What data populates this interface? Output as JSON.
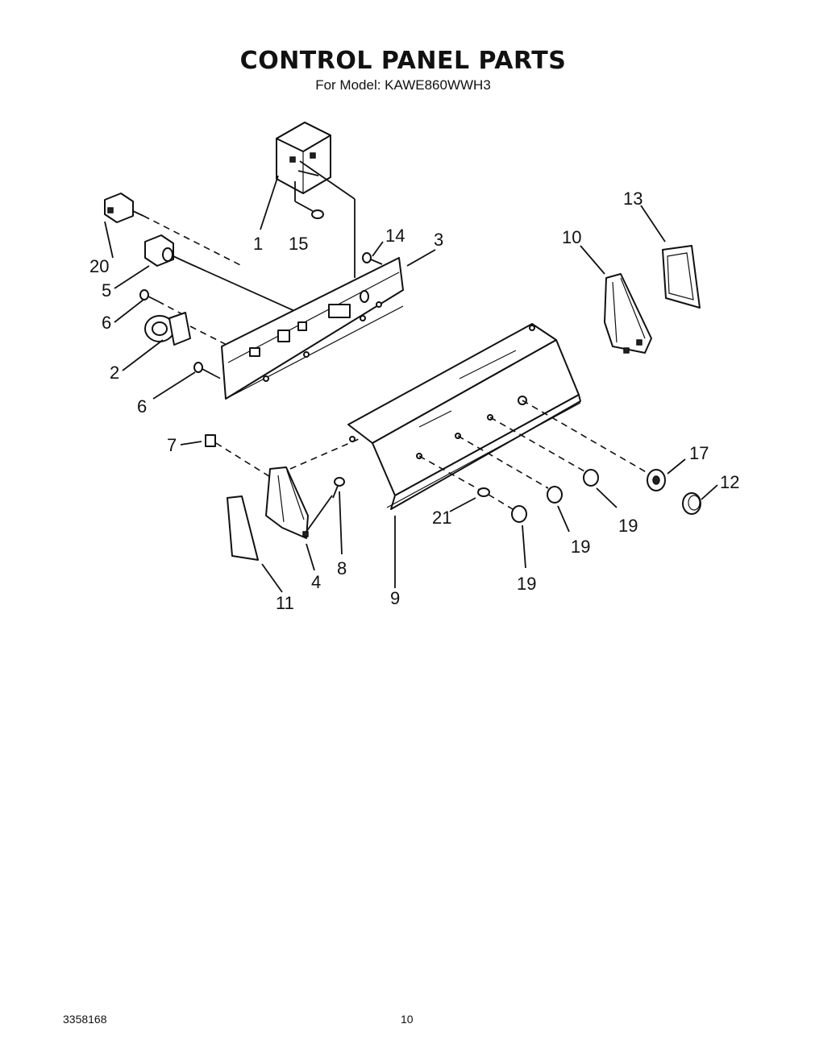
{
  "header": {
    "title": "CONTROL PANEL PARTS",
    "subtitle": "For Model: KAWE860WWH3"
  },
  "footer": {
    "doc_number": "3358168",
    "page_number": "10"
  },
  "callouts": {
    "c1": "1",
    "c15": "15",
    "c20": "20",
    "c5": "5",
    "c6a": "6",
    "c2": "2",
    "c6b": "6",
    "c14": "14",
    "c3": "3",
    "c13": "13",
    "c10": "10",
    "c7": "7",
    "c8": "8",
    "c4": "4",
    "c11": "11",
    "c9": "9",
    "c21": "21",
    "c19a": "19",
    "c19b": "19",
    "c19c": "19",
    "c17": "17",
    "c12": "12"
  }
}
